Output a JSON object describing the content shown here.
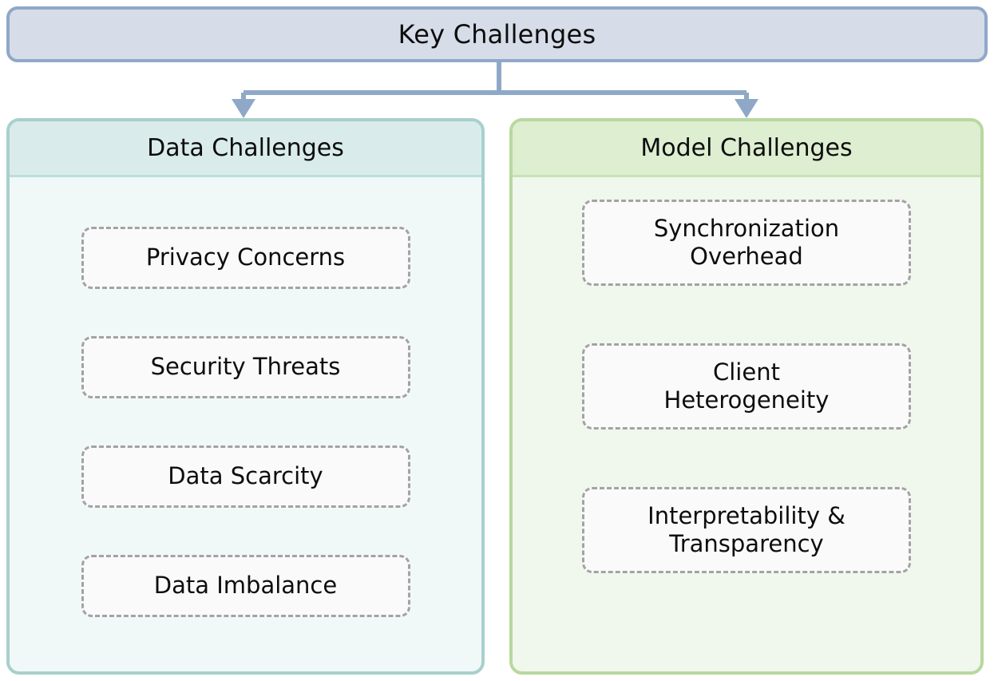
{
  "diagram": {
    "type": "hierarchy-tree",
    "root": {
      "label": "Key Challenges",
      "fill_color": "#d6dce8",
      "border_color": "#8fa8c8"
    },
    "connector": {
      "color": "#8fa8c8",
      "style": "elbow-with-arrowheads"
    },
    "branches": [
      {
        "id": "data-challenges",
        "header_label": "Data Challenges",
        "header_fill": "#d9eceb",
        "border_color": "#a8d0cd",
        "body_fill": "#f1f8f8",
        "items": [
          {
            "label": "Privacy Concerns",
            "lines": 1
          },
          {
            "label": "Security Threats",
            "lines": 1
          },
          {
            "label": "Data Scarcity",
            "lines": 1
          },
          {
            "label": "Data Imbalance",
            "lines": 1
          }
        ]
      },
      {
        "id": "model-challenges",
        "header_label": "Model Challenges",
        "header_fill": "#ddeed1",
        "border_color": "#b8d8a0",
        "body_fill": "#f0f7ed",
        "items": [
          {
            "label": "Synchronization\nOverhead",
            "lines": 2
          },
          {
            "label": "Client\nHeterogeneity",
            "lines": 2
          },
          {
            "label": "Interpretability &\nTransparency",
            "lines": 2
          }
        ]
      }
    ],
    "item_style": {
      "fill_color": "#fafafa",
      "border_color": "#a3a3a3",
      "border_style": "dashed"
    }
  }
}
